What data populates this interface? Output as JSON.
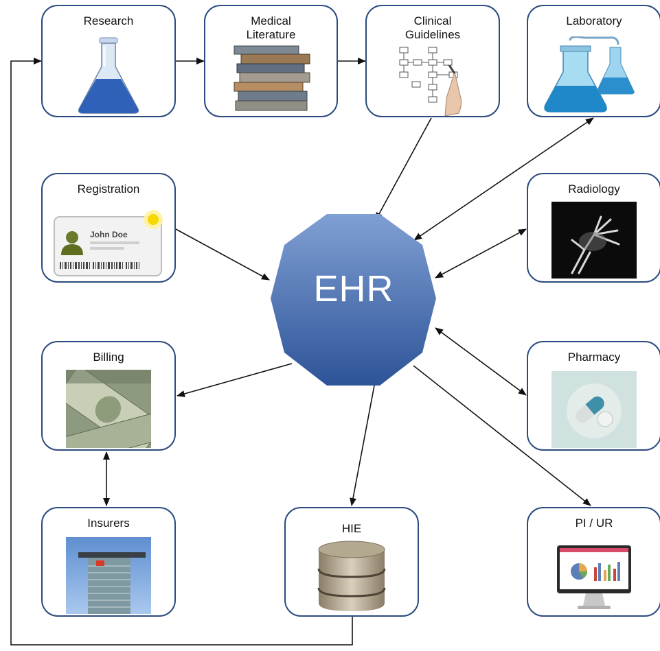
{
  "nodes": {
    "research": "Research",
    "literature": "Medical\nLiterature",
    "guidelines": "Clinical\nGuidelines",
    "laboratory": "Laboratory",
    "registration": "Registration",
    "radiology": "Radiology",
    "billing": "Billing",
    "pharmacy": "Pharmacy",
    "insurers": "Insurers",
    "hie": "HIE",
    "piur": "PI / UR"
  },
  "center": "EHR",
  "card": {
    "name": "John Doe"
  },
  "colors": {
    "border": "#2b4a7f",
    "ehr_top": "#7f9fd4",
    "ehr_bottom": "#2e5599",
    "line": "#111111"
  }
}
